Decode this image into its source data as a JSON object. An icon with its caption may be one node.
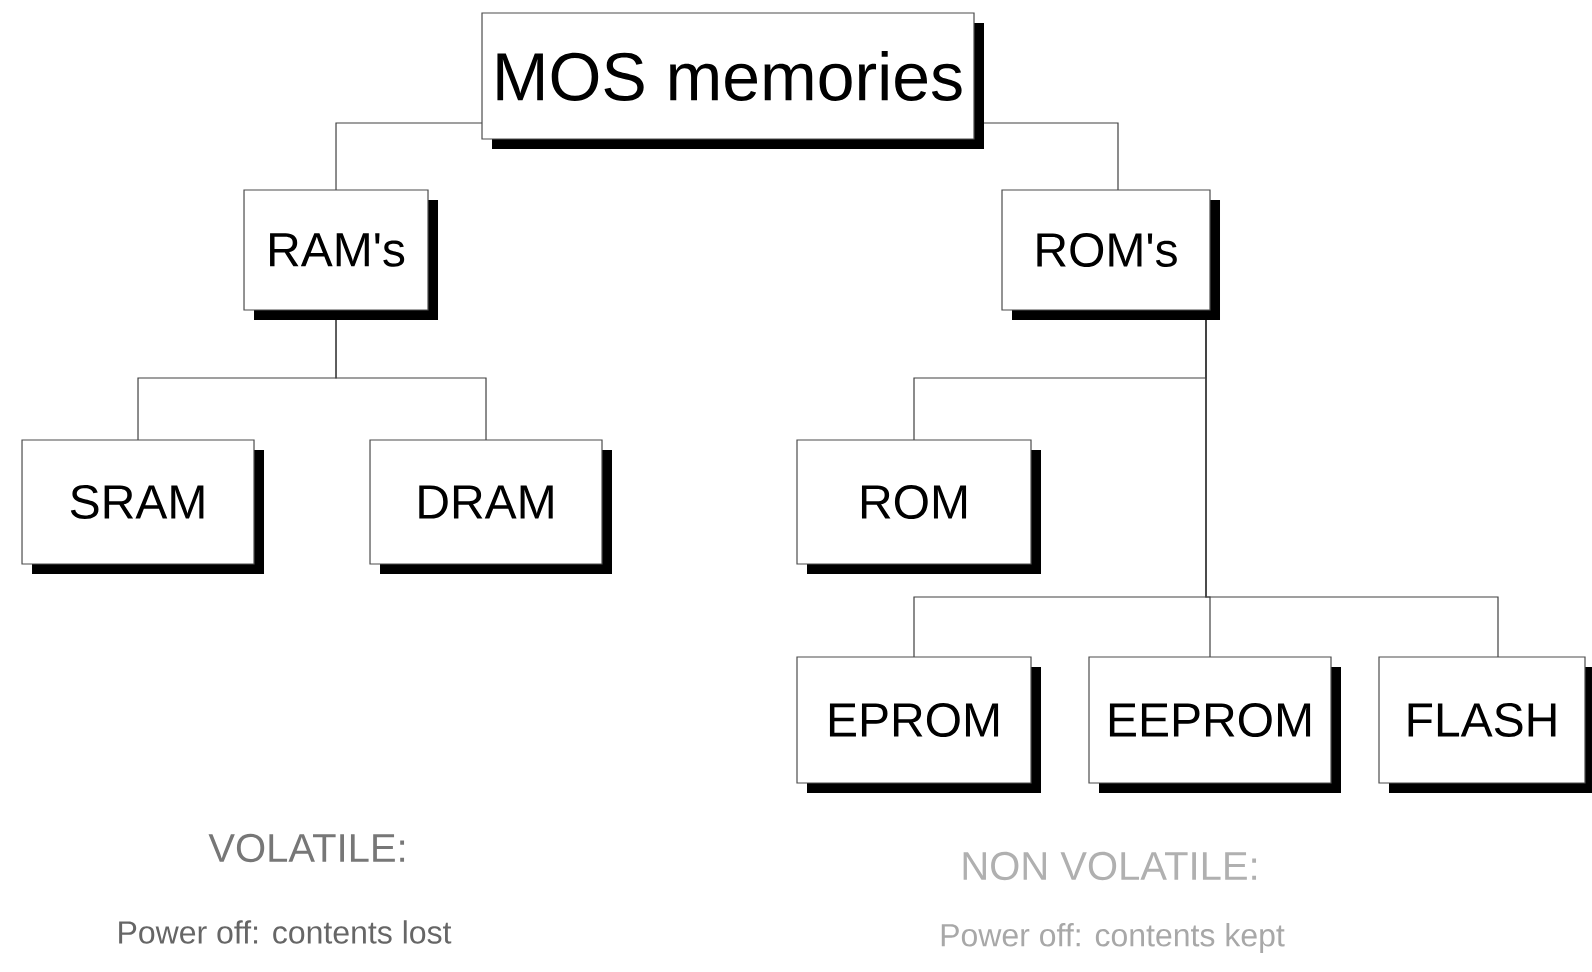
{
  "diagram": {
    "nodes": [
      {
        "text": [
          "MOS memories"
        ]
      },
      {
        "text": [
          "RAM's"
        ]
      },
      {
        "text": [
          "ROM's"
        ]
      },
      {
        "text": [
          "SRAM"
        ]
      },
      {
        "text": [
          "DRAM"
        ]
      },
      {
        "text": [
          "ROM"
        ]
      },
      {
        "text": [
          "EPROM"
        ]
      },
      {
        "text": [
          "EEPROM"
        ]
      },
      {
        "text": [
          "FLASH"
        ]
      }
    ],
    "edges": [
      {
        "from": 0,
        "to": 1,
        "arrow": "none"
      },
      {
        "from": 0,
        "to": 2,
        "arrow": "none"
      },
      {
        "from": 1,
        "to": 3,
        "arrow": "none"
      },
      {
        "from": 1,
        "to": 4,
        "arrow": "none"
      },
      {
        "from": 2,
        "to": 5,
        "arrow": "none"
      },
      {
        "from": 2,
        "to": 6,
        "arrow": "none"
      },
      {
        "from": 2,
        "to": 7,
        "arrow": "none"
      },
      {
        "from": 2,
        "to": 8,
        "arrow": "none"
      }
    ],
    "labels": [
      "VOLATILE:",
      "Power off: contents lost",
      "NON VOLATILE:",
      "Power off: contents kept"
    ]
  }
}
